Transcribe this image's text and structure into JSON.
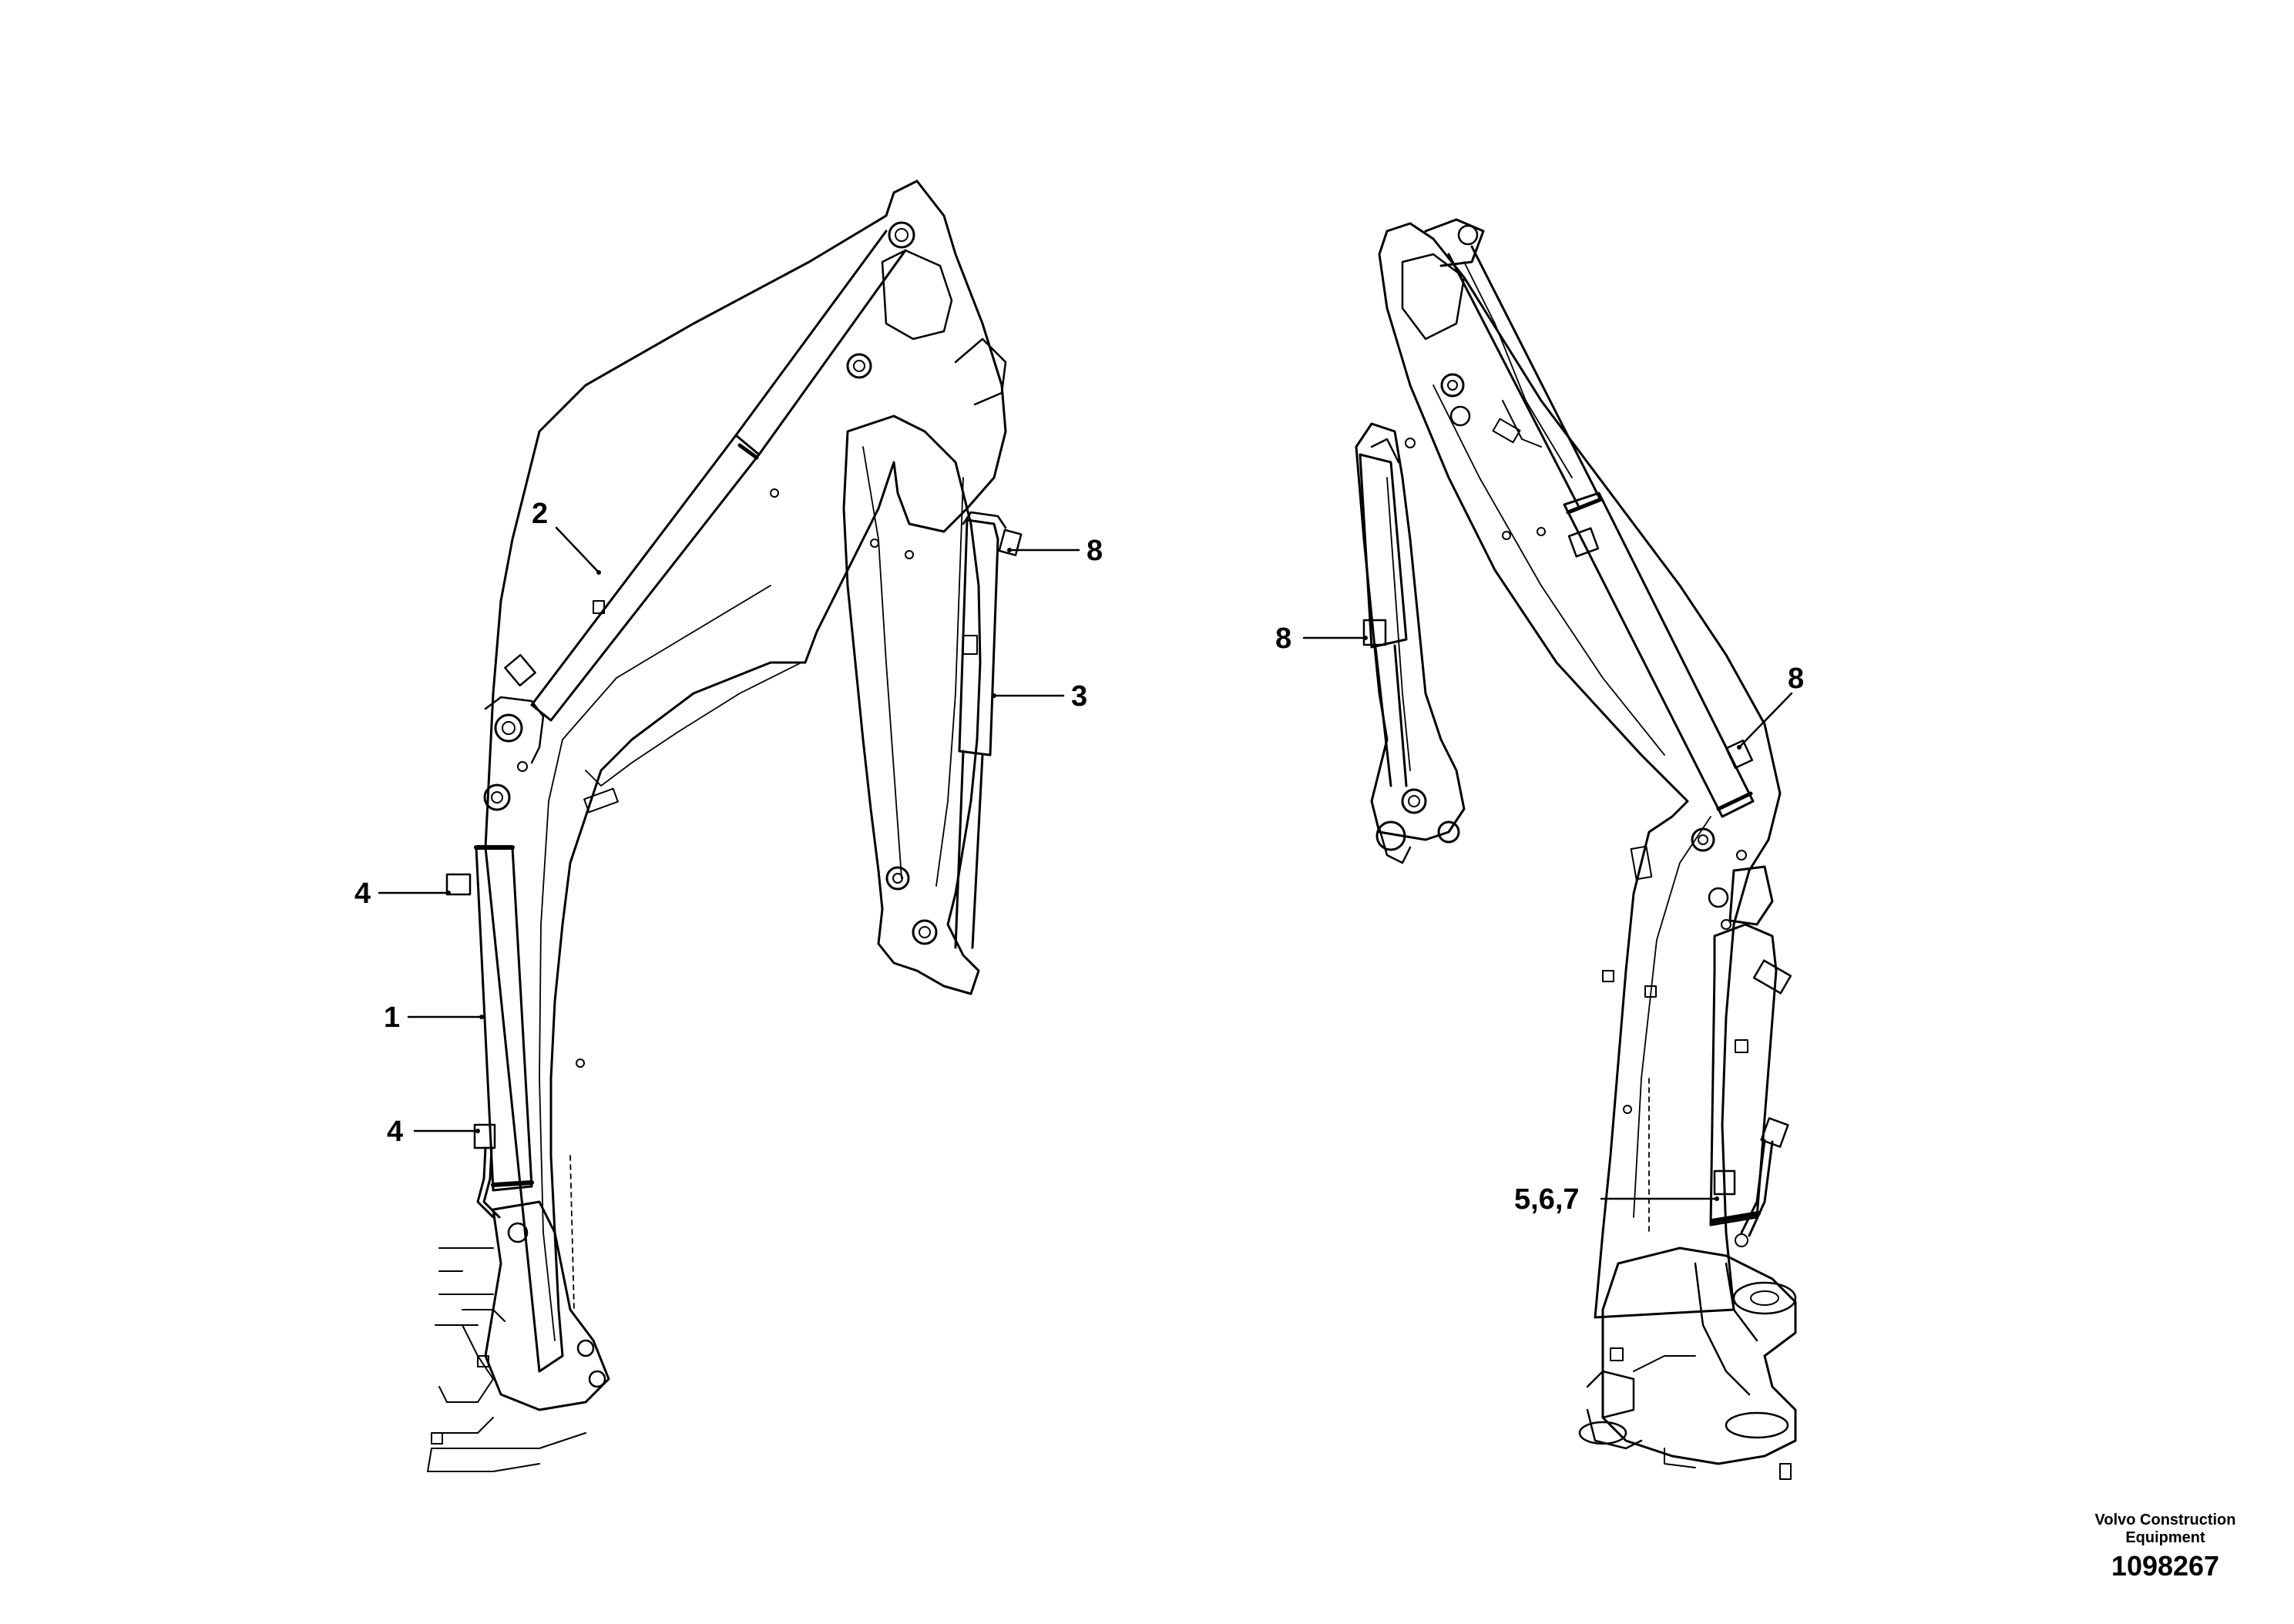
{
  "callouts": [
    {
      "id": "left-bucket-cylinder",
      "label": "2"
    },
    {
      "id": "left-arm-cylinder-fitting",
      "label": "8"
    },
    {
      "id": "left-arm-cylinder",
      "label": "3"
    },
    {
      "id": "left-boom-fitting-upper",
      "label": "4"
    },
    {
      "id": "left-boom-cylinder",
      "label": "1"
    },
    {
      "id": "left-boom-fitting-lower",
      "label": "4"
    },
    {
      "id": "right-arm-cylinder-fitting",
      "label": "8"
    },
    {
      "id": "right-bucket-cylinder-fitting",
      "label": "8"
    },
    {
      "id": "right-boom-cylinder-parts",
      "label": "5,6,7"
    }
  ],
  "caption": {
    "company_line1": "Volvo Construction",
    "company_line2": "Equipment",
    "drawing_number": "1098267"
  }
}
